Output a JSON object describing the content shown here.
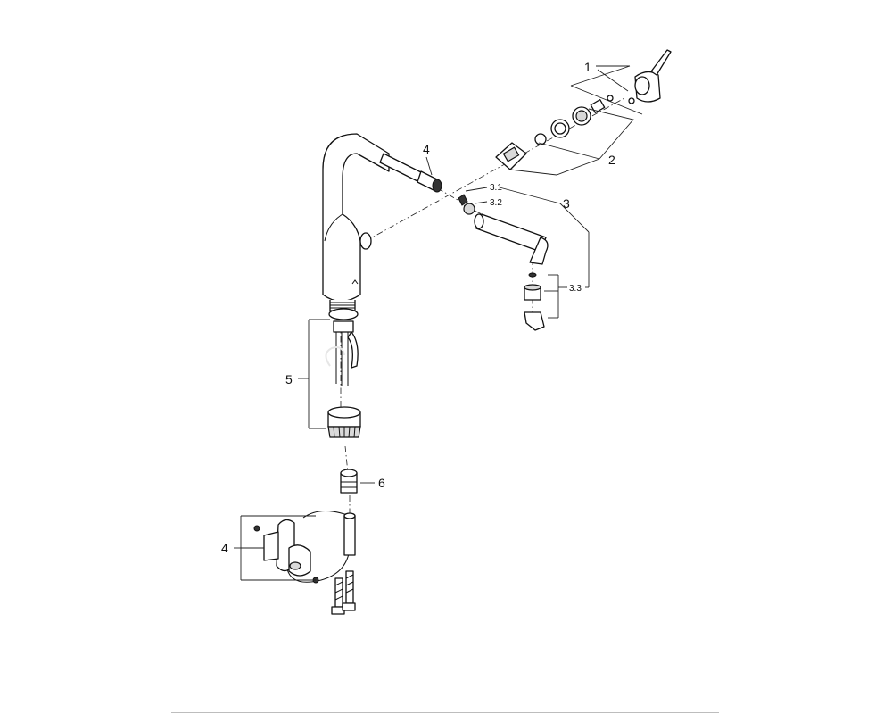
{
  "callouts": {
    "c1": "1",
    "c2": "2",
    "c3": "3",
    "c3_1": "3.1",
    "c3_2": "3.2",
    "c3_3": "3.3",
    "c4_top": "4",
    "c4_bottom": "4",
    "c5": "5",
    "c6": "6"
  },
  "colors": {
    "line": "#111111",
    "background": "#ffffff",
    "footer_rule": "#bdbdbd"
  }
}
